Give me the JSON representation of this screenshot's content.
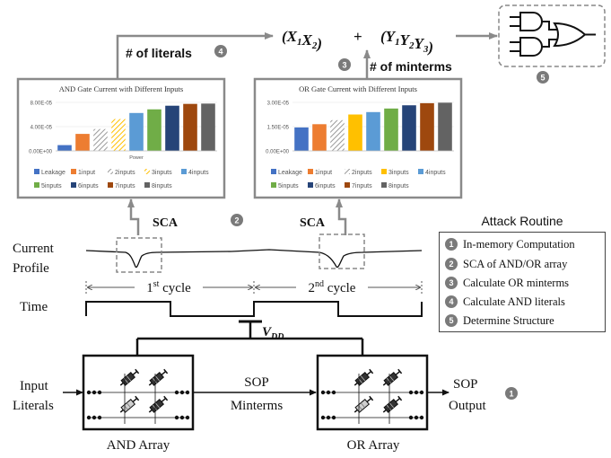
{
  "formula": {
    "and_term": "(X1X2)",
    "and_term_parts": [
      {
        "base": "X",
        "sub": "1"
      },
      {
        "base": "X",
        "sub": "2"
      }
    ],
    "plus": "+",
    "or_term": "(Y1Y2Y3)",
    "or_term_parts": [
      {
        "base": "Y",
        "sub": "1"
      },
      {
        "base": "Y",
        "sub": "2"
      },
      {
        "base": "Y",
        "sub": "3"
      }
    ]
  },
  "labels": {
    "num_literals": "# of literals",
    "num_minterms": "# of minterms",
    "sca_left": "SCA",
    "sca_right": "SCA",
    "current_profile_line1": "Current",
    "current_profile_line2": "Profile",
    "time": "Time",
    "cycle1_num": "1",
    "cycle1_sup": "st",
    "cycle1_rest": " cycle",
    "cycle2_num": "2",
    "cycle2_sup": "nd",
    "cycle2_rest": " cycle",
    "vdd_base": "V",
    "vdd_sub": "DD",
    "input_literals_line1": "Input",
    "input_literals_line2": "Literals",
    "sop_minterms_line1": "SOP",
    "sop_minterms_line2": "Minterms",
    "sop_output_line1": "SOP",
    "sop_output_line2": "Output",
    "and_array": "AND Array",
    "or_array": "OR Array"
  },
  "step_markers": {
    "literals": "4",
    "minterms": "3",
    "structure": "5",
    "sca": "2",
    "output": "1"
  },
  "attack_routine": {
    "title": "Attack Routine",
    "steps": [
      {
        "num": "1",
        "text": "In-memory Computation"
      },
      {
        "num": "2",
        "text": "SCA of AND/OR array"
      },
      {
        "num": "3",
        "text": "Calculate OR minterms"
      },
      {
        "num": "4",
        "text": "Calculate AND literals"
      },
      {
        "num": "5",
        "text": "Determine Structure"
      }
    ]
  },
  "chart_data": [
    {
      "type": "bar",
      "title": "AND Gate Current with Different Inputs",
      "xlabel": "Power",
      "ylabel": "",
      "ylim": [
        0,
        8e-05
      ],
      "yticks": [
        "0.00E+00",
        "4.00E-05",
        "8.00E-05"
      ],
      "yticks_values": [
        0,
        4e-05,
        8e-05
      ],
      "categories": [
        "Leakage",
        "1input",
        "2inputs",
        "3inputs",
        "4inputs",
        "5inputs",
        "6inputs",
        "7inputs",
        "8inputs"
      ],
      "values": [
        9.5e-06,
        2.8e-05,
        3.6e-05,
        5.25e-05,
        6.25e-05,
        6.85e-05,
        7.45e-05,
        7.75e-05,
        7.8e-05
      ],
      "colors": [
        "#4472c4",
        "#ed7d31",
        "#a5a5a5",
        "#ffc000",
        "#5b9bd5",
        "#70ad47",
        "#264478",
        "#9e480e",
        "#636363"
      ],
      "hatched": [
        false,
        false,
        true,
        true,
        false,
        false,
        false,
        false,
        false
      ],
      "legend_position": "bottom"
    },
    {
      "type": "bar",
      "title": "OR Gate Current with Different Inputs",
      "xlabel": "",
      "ylabel": "",
      "ylim": [
        0,
        3e-05
      ],
      "yticks": [
        "0.00E+00",
        "1.50E-05",
        "3.00E-05"
      ],
      "yticks_values": [
        0,
        1.5e-05,
        3e-05
      ],
      "categories": [
        "Leakage",
        "1input",
        "2inputs",
        "3inputs",
        "4inputs",
        "5inputs",
        "6inputs",
        "7inputs",
        "8inputs"
      ],
      "values": [
        1.45e-05,
        1.65e-05,
        1.9e-05,
        2.25e-05,
        2.4e-05,
        2.62e-05,
        2.82e-05,
        2.95e-05,
        2.98e-05
      ],
      "colors": [
        "#4472c4",
        "#ed7d31",
        "#a5a5a5",
        "#ffc000",
        "#5b9bd5",
        "#70ad47",
        "#264478",
        "#9e480e",
        "#636363"
      ],
      "hatched": [
        false,
        false,
        true,
        false,
        false,
        false,
        false,
        false,
        false
      ],
      "legend_position": "bottom"
    }
  ]
}
